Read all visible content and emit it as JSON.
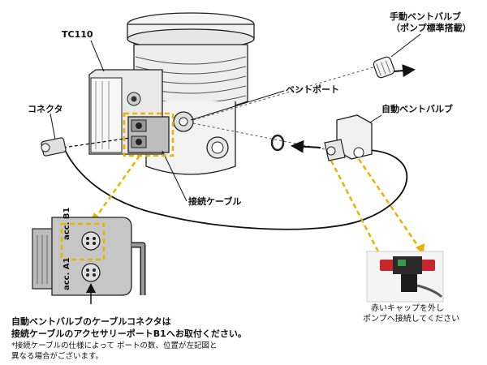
{
  "labels": {
    "controller": "TC110",
    "manual_valve_line1": "手動ベントバルブ",
    "manual_valve_line2": "（ポンプ標準搭載）",
    "vent_port": "ベントポート",
    "connector": "コネクタ",
    "auto_valve": "自動ベントバルブ",
    "cable": "接続ケーブル",
    "port_b1": "acc. B1",
    "port_a1": "acc. A1",
    "photo_caption_line1": "赤いキャップを外し",
    "photo_caption_line2": "ポンプへ接続してください"
  },
  "notes": {
    "line1": "自動ベントバルブのケーブルコネクタは",
    "line2": "接続ケーブルのアクセサリーポートB1へお取付ください。",
    "line3": "*接続ケーブルの仕様によって ポートの数、位置が左記図と",
    "line4": "異なる場合がございます。"
  },
  "colors": {
    "highlight": "#e8b400",
    "line": "#111111",
    "gray": "#bdbdbd",
    "photo_red": "#c8262a",
    "photo_green": "#3a9a4a"
  }
}
